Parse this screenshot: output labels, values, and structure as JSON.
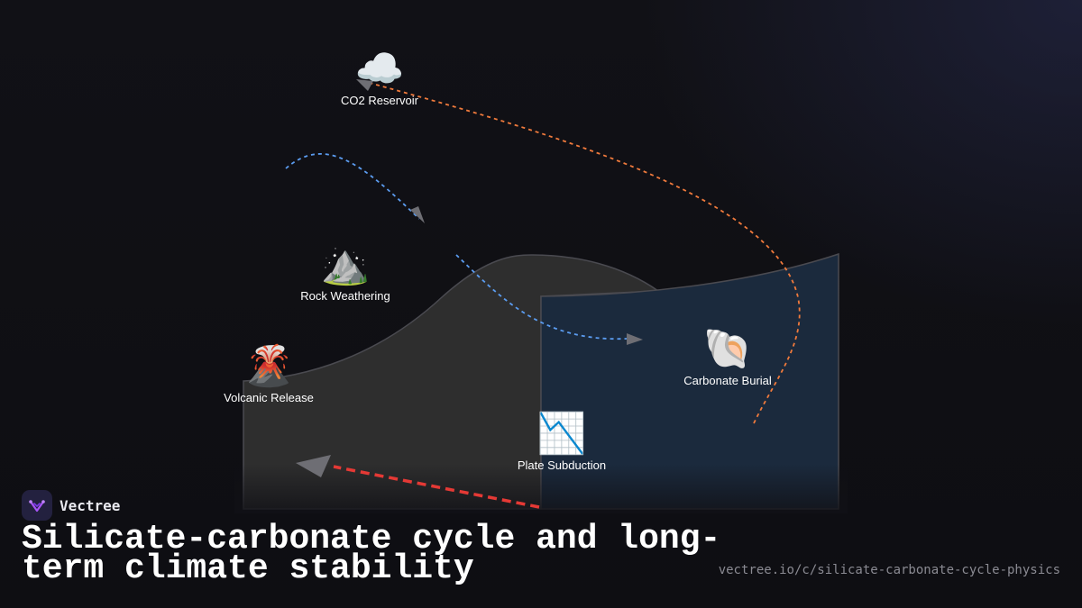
{
  "brand": {
    "name": "Vectree",
    "logo": "vectree-logo-icon",
    "accent": "#a855f7"
  },
  "title": "Silicate-carbonate cycle and long-term climate stability",
  "url": "vectree.io/c/silicate-carbonate-cycle-physics",
  "colors": {
    "land": "#2e2e2e",
    "ocean": "#1b2a3d",
    "outline": "#4a4a50",
    "flow_weathering": "#5b9cf0",
    "flow_carbon": "#f07a3c",
    "flow_subduction": "#e53935",
    "arrowhead": "#6e6e74"
  },
  "nodes": {
    "co2": {
      "label": "CO2 Reservoir",
      "emoji": "☁️",
      "icon": "cloud-icon"
    },
    "weathering": {
      "label": "Rock Weathering",
      "emoji": "⛰️",
      "icon": "mountain-icon"
    },
    "volcanic": {
      "label": "Volcanic Release",
      "emoji": "🌋",
      "icon": "volcano-icon"
    },
    "burial": {
      "label": "Carbonate Burial",
      "emoji": "🐚",
      "icon": "shell-icon"
    },
    "subduction": {
      "label": "Plate Subduction",
      "emoji": "📉",
      "icon": "chart-decreasing-icon"
    }
  }
}
